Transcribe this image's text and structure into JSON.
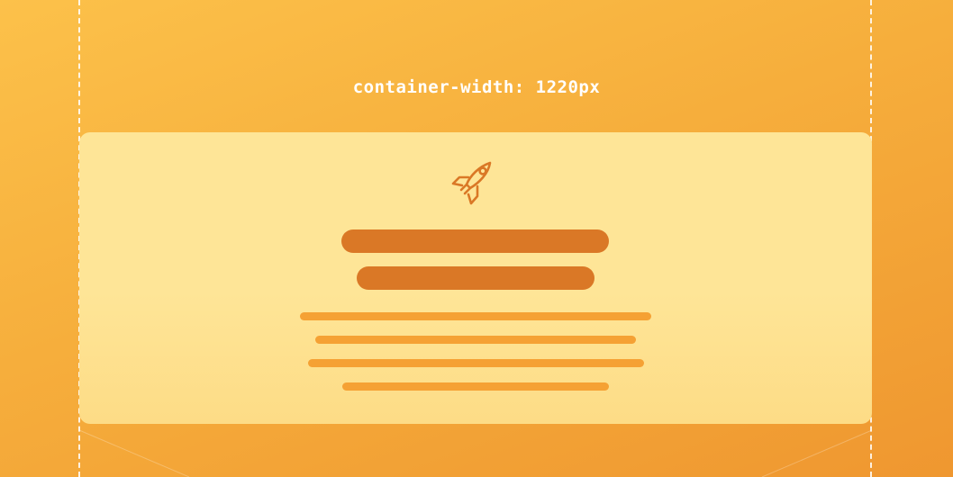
{
  "label": {
    "text": "container-width: 1220px"
  },
  "container": {
    "icon": "rocket-icon",
    "heading_lines": 2,
    "text_lines": 4
  },
  "colors": {
    "background_top": "#FCC14A",
    "background_bottom": "#EF9730",
    "card": "#FEE597",
    "heading_bar": "#DA7826",
    "text_bar": "#F5A134",
    "icon_stroke": "#DA7826",
    "guide": "#FFFFFF"
  }
}
